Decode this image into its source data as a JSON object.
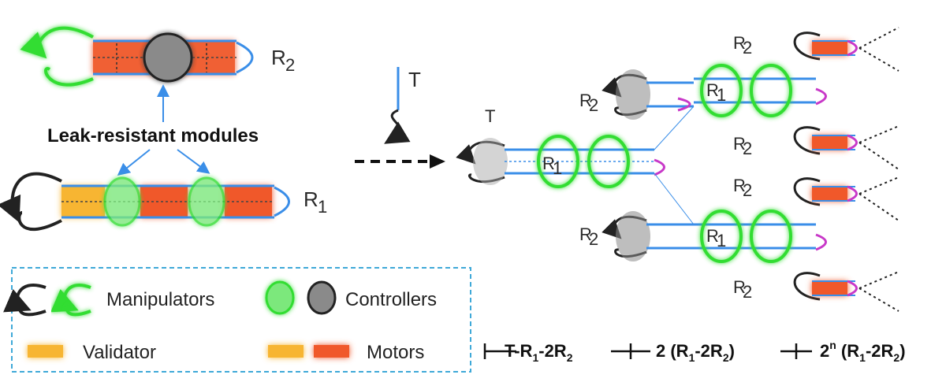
{
  "labels": {
    "r2_top": "R",
    "r2_top_sub": "2",
    "r1_left": "R",
    "r1_left_sub": "1",
    "modules_title": "Leak-resistant modules",
    "trigger": "T",
    "tree_trigger": "T",
    "tree_r1": "R",
    "tree_r2": "R",
    "sub1": "1",
    "sub2": "2"
  },
  "legend": {
    "manipulators": "Manipulators",
    "controllers": "Controllers",
    "validator": "Validator",
    "motors": "Motors"
  },
  "formula": {
    "stage1_pre": "T-R",
    "stage1_mid": "-2R",
    "stage2_pre": "2 (R",
    "stage2_mid": "-2R",
    "stage2_post": ")",
    "stage3_pre": "2",
    "stage3_exp": "n",
    "stage3_mid": " (R",
    "stage3_mid2": "-2R",
    "stage3_post": ")"
  },
  "colors": {
    "green": "#33dd33",
    "black": "#222222",
    "blue": "#3a8ee8",
    "orange": "#f0592a",
    "yellow": "#f7b531",
    "magenta": "#c838c8",
    "gray": "#8a8a8a",
    "legend_border": "#3fa9d8"
  }
}
